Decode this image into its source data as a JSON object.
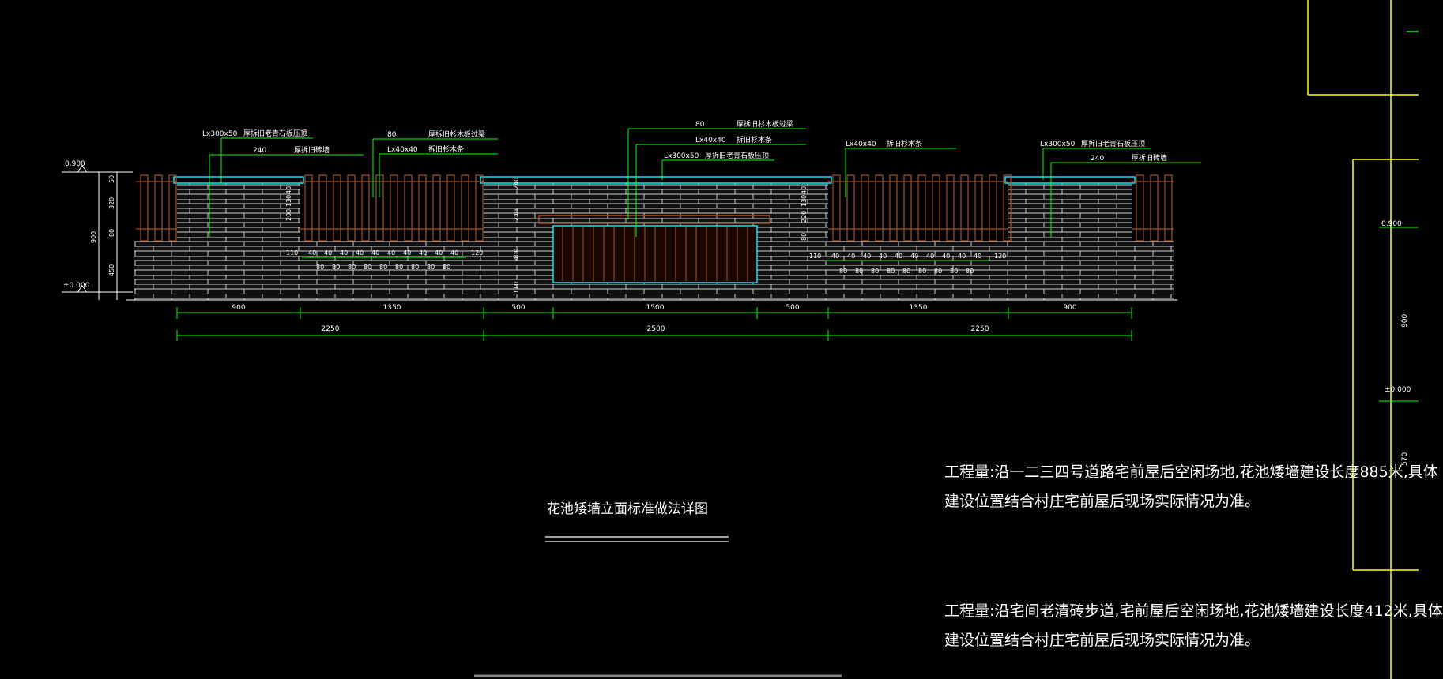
{
  "drawing": {
    "title": "花池矮墙立面标准做法详图",
    "notes": [
      {
        "line1": "工程量:沿一二三四号道路宅前屋后空闲场地,花池矮墙建设长度885米,具体",
        "line2": "建设位置结合村庄宅前屋后现场实际情况为准。"
      },
      {
        "line1": "工程量:沿宅间老清砖步道,宅前屋后空闲场地,花池矮墙建设长度412米,具体",
        "line2": "建设位置结合村庄宅前屋后现场实际情况为准。"
      }
    ],
    "elevation_marks": {
      "top": "0.900",
      "bottom": "±0.000"
    },
    "right_frame_marks": {
      "top": "0.900",
      "bottom": "±0.000",
      "dim1": "900",
      "dim2": "570"
    },
    "annotations": [
      {
        "code": "Lx300x50",
        "text": "厚拆旧老青石板压顶"
      },
      {
        "code": "240",
        "text": "厚拆旧砖墙"
      },
      {
        "code": "80",
        "text": "厚拆旧杉木板过梁"
      },
      {
        "code": "Lx40x40",
        "text": "拆旧杉木条"
      },
      {
        "code": "80",
        "text": "厚拆旧杉木板过梁"
      },
      {
        "code": "Lx40x40",
        "text": "拆旧杉木条"
      },
      {
        "code": "Lx300x50",
        "text": "厚拆旧老青石板压顶"
      },
      {
        "code": "Lx40x40",
        "text": "拆旧杉木条"
      },
      {
        "code": "Lx300x50",
        "text": "厚拆旧老青石板压顶"
      },
      {
        "code": "240",
        "text": "厚拆旧砖墙"
      }
    ],
    "left_vertical_dims": [
      "50",
      "320",
      "80",
      "450",
      "900"
    ],
    "dims_row1": [
      "900",
      "1350",
      "500",
      "1500",
      "500",
      "1350",
      "900"
    ],
    "dims_row2": [
      "2250",
      "2500",
      "2250"
    ],
    "slat_dims_left": {
      "start": "110",
      "slats": [
        "40",
        "40",
        "40",
        "40",
        "40",
        "40",
        "40",
        "40",
        "40",
        "40"
      ],
      "gaps": [
        "80",
        "80",
        "80",
        "80",
        "80",
        "80",
        "80",
        "80",
        "80"
      ],
      "end": "120"
    },
    "slat_dims_right": {
      "start": "110",
      "slats": [
        "40",
        "40",
        "40",
        "40",
        "40",
        "40",
        "40",
        "40",
        "40",
        "40"
      ],
      "gaps": [
        "80",
        "80",
        "80",
        "80",
        "80",
        "80",
        "80",
        "80",
        "80"
      ],
      "end": "120"
    },
    "pier_dims_a": [
      "40",
      "130",
      "200"
    ],
    "pier_dims_b": [
      "240",
      "240",
      "400",
      "110"
    ],
    "pier_dims_c": [
      "40",
      "130",
      "220",
      "80"
    ]
  },
  "colors": {
    "background": "#000000",
    "brick": "#e6e6e6",
    "mortar": "#4a4a4a",
    "cap": "#00e5ff",
    "wood": "#a0522d",
    "leader": "#00ff00",
    "dim": "#ffffff",
    "frame": "#ffff00"
  }
}
